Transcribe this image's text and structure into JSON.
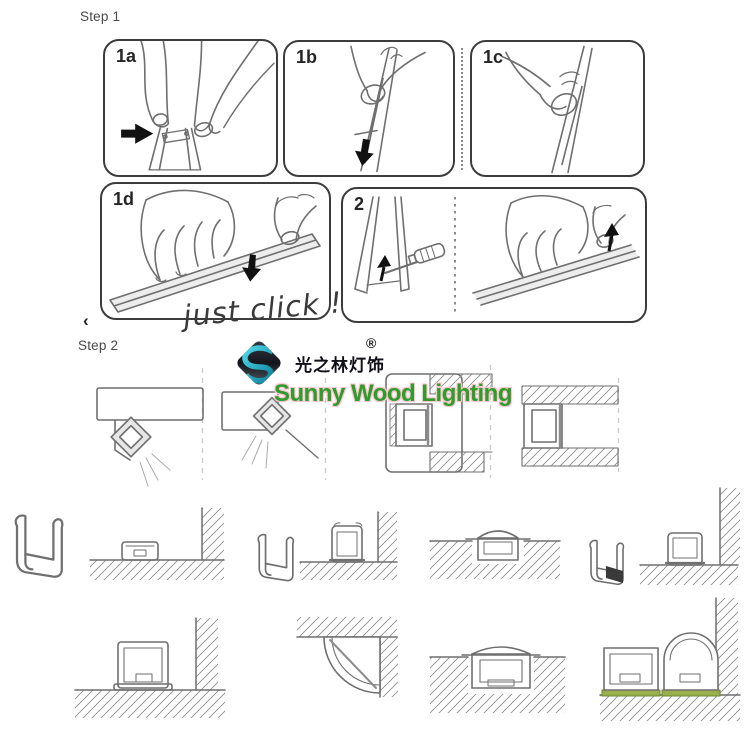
{
  "labels": {
    "step1": "Step 1",
    "step2": "Step 2",
    "just_click": "just click !"
  },
  "panels": [
    {
      "id": "1a"
    },
    {
      "id": "1b"
    },
    {
      "id": "1c"
    },
    {
      "id": "1d"
    },
    {
      "id": "2"
    }
  ],
  "nav": {
    "back_chevron": "‹"
  },
  "brand": {
    "monogram": "S",
    "name_cn": "光之林灯饰",
    "registered": "®",
    "name_en": "Sunny Wood Lighting",
    "colors": {
      "green": "#2b9e2b",
      "pink_glow": "#ffc2cf",
      "teal": "#19b5cf",
      "logo_dark": "#15171e"
    }
  },
  "illustrations": [
    "press-cover-end-clip",
    "press-cover-thumb-down",
    "slide-thumb-along-cover",
    "press-cover-full-length",
    "remove-cover-with-screwdriver",
    "under-cabinet-corner-mount",
    "corner-45-mount",
    "recessed-niche-mount",
    "recessed-between-panels",
    "mounting-clip-3d",
    "surface-mount-near-wall",
    "slim-profile-on-ground",
    "recessed-floor-mount",
    "surface-mount-corner",
    "square-profile-near-wall",
    "quarter-round-corner-profile",
    "deep-recessed-profile",
    "square-and-round-profile-pair"
  ]
}
